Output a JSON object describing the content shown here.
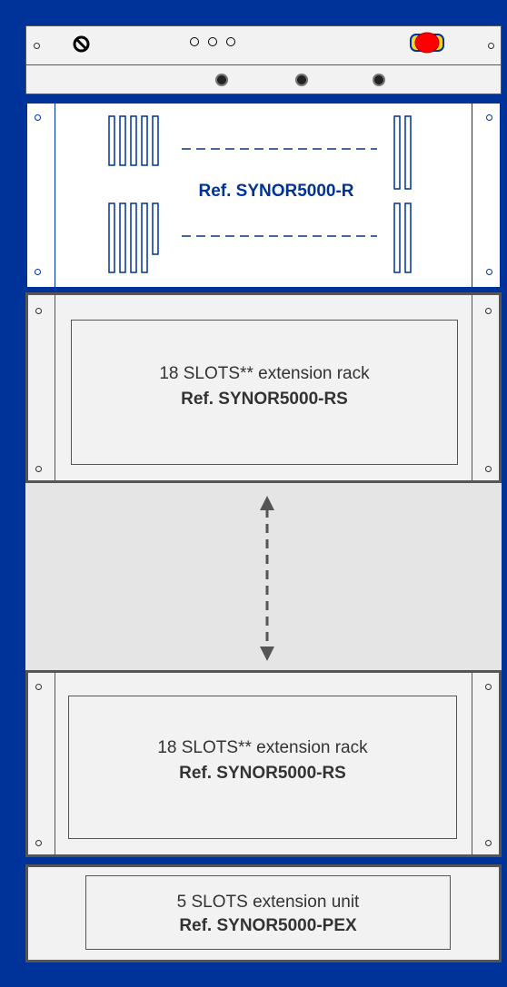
{
  "colors": {
    "frame_blue": "#003399",
    "panel_border": "#555555",
    "panel_fill": "#f2f2f2",
    "gap_fill": "#e5e5e5",
    "red_button": "#ff0000",
    "arrow_grey": "#555555"
  },
  "main_unit": {
    "ref_label": "Ref. SYNOR5000-R"
  },
  "extension_rack_top": {
    "title": "18 SLOTS** extension rack",
    "ref": "Ref. SYNOR5000-RS"
  },
  "extension_rack_bottom": {
    "title": "18 SLOTS** extension rack",
    "ref": "Ref. SYNOR5000-RS"
  },
  "extension_unit": {
    "title": "5 SLOTS extension unit",
    "ref": "Ref. SYNOR5000-PEX"
  },
  "icons": {
    "power": "power-switch-icon",
    "indicator": "indicator-light-icon",
    "emergency": "emergency-stop-icon",
    "arrow": "double-arrow-icon"
  }
}
